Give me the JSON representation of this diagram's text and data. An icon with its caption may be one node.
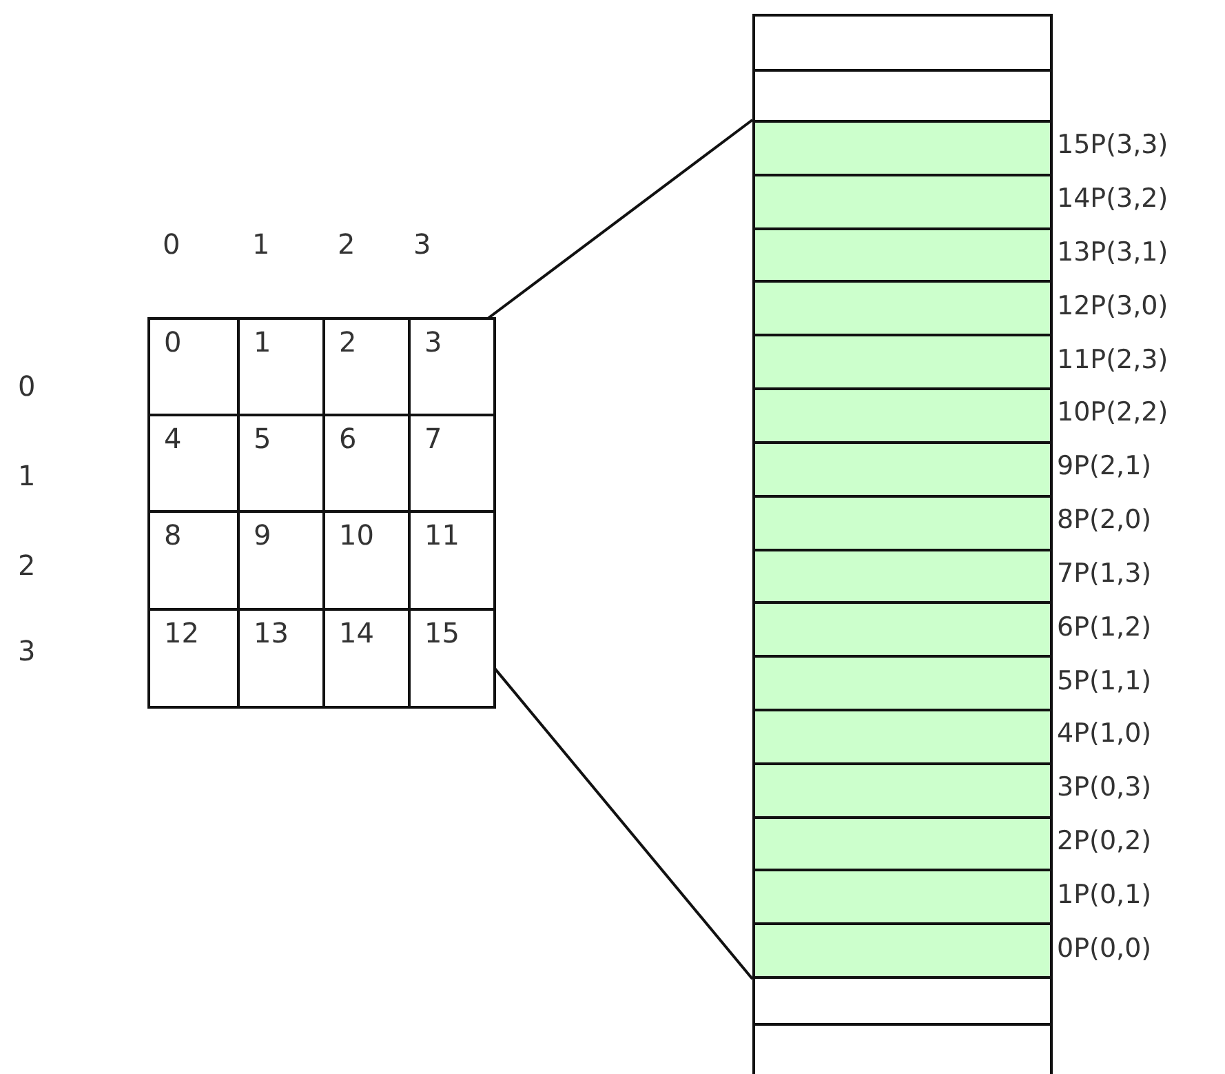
{
  "diagram": {
    "nodes": [
      {
        "text": [
          "0"
        ]
      },
      {
        "text": [
          "1"
        ]
      },
      {
        "text": [
          "2"
        ]
      },
      {
        "text": [
          "3"
        ]
      },
      {
        "text": [
          "4"
        ]
      },
      {
        "text": [
          "5"
        ]
      },
      {
        "text": [
          "6"
        ]
      },
      {
        "text": [
          "7"
        ]
      },
      {
        "text": [
          "8"
        ]
      },
      {
        "text": [
          "9"
        ]
      },
      {
        "text": [
          "10"
        ]
      },
      {
        "text": [
          "11"
        ]
      },
      {
        "text": [
          "12"
        ]
      },
      {
        "text": [
          "13"
        ]
      },
      {
        "text": [
          "14"
        ]
      },
      {
        "text": [
          "15"
        ]
      },
      {
        "text": [],
        "shape": "box"
      },
      {
        "text": [],
        "shape": "box"
      },
      {
        "text": [],
        "shape": "box",
        "beside": [
          "15P(3,3)"
        ]
      },
      {
        "text": [],
        "shape": "box",
        "beside": [
          "14P(3,2)"
        ]
      },
      {
        "text": [],
        "shape": "box",
        "beside": [
          "13P(3,1)"
        ]
      },
      {
        "text": [],
        "shape": "box",
        "beside": [
          "12P(3,0)"
        ]
      },
      {
        "text": [],
        "shape": "box",
        "beside": [
          "11P(2,3)"
        ]
      },
      {
        "text": [],
        "shape": "box",
        "beside": [
          "10P(2,2)"
        ]
      },
      {
        "text": [],
        "shape": "box",
        "beside": [
          "9P(2,1)"
        ]
      },
      {
        "text": [],
        "shape": "box",
        "beside": [
          "8P(2,0)"
        ]
      },
      {
        "text": [],
        "shape": "box",
        "beside": [
          "7P(1,3)"
        ]
      },
      {
        "text": [],
        "shape": "box",
        "beside": [
          "6P(1,2)"
        ]
      },
      {
        "text": [],
        "shape": "box",
        "beside": [
          "5P(1,1)"
        ]
      },
      {
        "text": [],
        "shape": "box",
        "beside": [
          "4P(1,0)"
        ]
      },
      {
        "text": [],
        "shape": "box",
        "beside": [
          "3P(0,3)"
        ]
      },
      {
        "text": [],
        "shape": "box",
        "beside": [
          "2P(0,2)"
        ]
      },
      {
        "text": [],
        "shape": "box",
        "beside": [
          "1P(0,1)"
        ]
      },
      {
        "text": [],
        "shape": "box",
        "beside": [
          "0P(0,0)"
        ]
      },
      {
        "text": [],
        "shape": "box"
      },
      {
        "text": [],
        "shape": "box"
      }
    ],
    "edges": [
      {
        "from": 3,
        "to": 18,
        "arrow": "none"
      },
      {
        "from": 15,
        "to": 33,
        "arrow": "none"
      }
    ],
    "labels": [
      "0",
      "1",
      "2",
      "3",
      "0",
      "1",
      "2",
      "3"
    ]
  }
}
